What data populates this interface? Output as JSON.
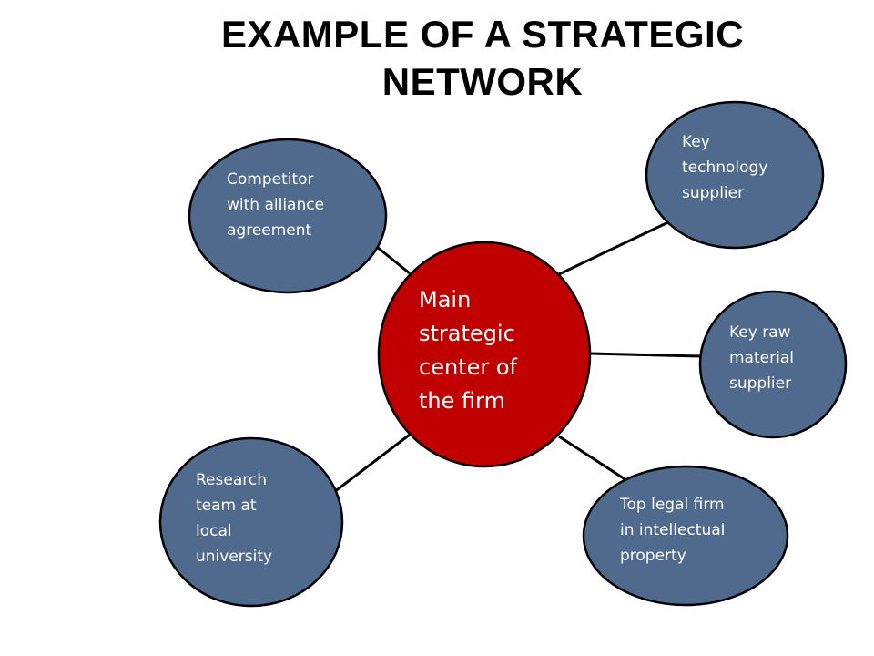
{
  "title": {
    "line1": "EXAMPLE OF A STRATEGIC",
    "line2": "NETWORK"
  },
  "colors": {
    "center_fill": "#c00000",
    "node_fill": "#4f6a8d",
    "outline": "#000000",
    "connector": "#000000",
    "text": "#ffffff"
  },
  "center": {
    "lines": [
      "Main",
      "strategic",
      "center of",
      "the firm"
    ]
  },
  "nodes": [
    {
      "id": "competitor",
      "lines": [
        "Competitor",
        "with alliance",
        "agreement"
      ]
    },
    {
      "id": "key-technology",
      "lines": [
        "Key",
        "technology",
        "supplier"
      ]
    },
    {
      "id": "key-raw-material",
      "lines": [
        "Key raw",
        "material",
        "supplier"
      ]
    },
    {
      "id": "legal-firm",
      "lines": [
        "Top legal firm",
        "in intellectual",
        "property"
      ]
    },
    {
      "id": "research-team",
      "lines": [
        "Research",
        "team at",
        "local",
        "university"
      ]
    }
  ]
}
